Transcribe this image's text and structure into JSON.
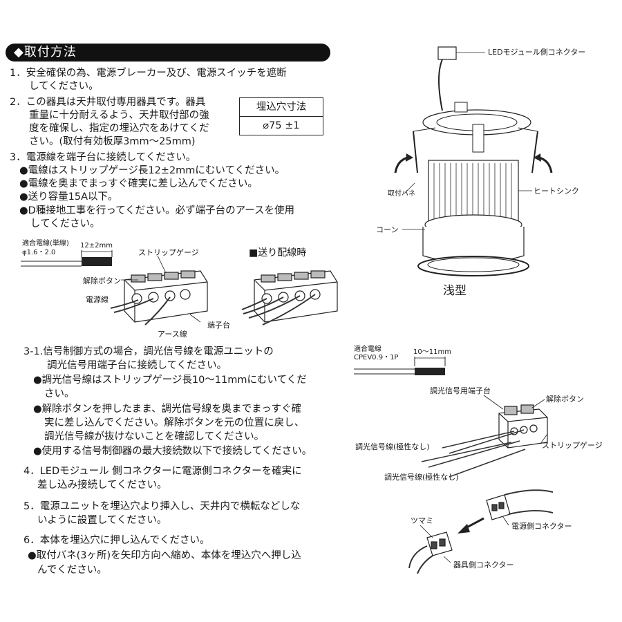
{
  "heading": "◆取付方法",
  "steps": {
    "s1": [
      "1．安全確保の為、電源ブレーカー及び、電源スイッチを遮断",
      "してください。"
    ],
    "s2": [
      "2．この器具は天井取付専用器具です。器具",
      "重量に十分耐えるよう、天井取付部の強",
      "度を確保し、指定の埋込穴をあけてくだ",
      "さい。(取付有効板厚3mm〜25mm)"
    ],
    "s3": [
      "3．電源線を端子台に接続してください。",
      "●電線はストリップゲージ長12±2mmにむいてください。",
      "●電線を奥までまっすぐ確実に差し込んでください。",
      "●送り容量15A以下。",
      "●D種接地工事を行ってください。必ず端子台のアースを使用",
      "してください。"
    ],
    "s31": [
      "3-1.信号制御方式の場合，調光信号線を電源ユニットの",
      "調光信号用端子台に接続してください。",
      "●調光信号線はストリップゲージ長10〜11mmにむいてくだ",
      "さい。",
      "●解除ボタンを押したまま、調光信号線を奥までまっすぐ確",
      "実に差し込んでください。解除ボタンを元の位置に戻し、",
      "調光信号線が抜けないことを確認してください。",
      "●使用する信号制御器の最大接続数以下で接続してください。"
    ],
    "s4": [
      "4．LEDモジュール 側コネクターに電源側コネクターを確実に",
      "差し込み接続してください。"
    ],
    "s5": [
      "5．電源ユニットを埋込穴より挿入し、天井内で横転などしな",
      "いように設置してください。"
    ],
    "s6": [
      "6．本体を埋込穴に押し込んでください。",
      "●取付バネ(3ヶ所)を矢印方向へ縮め、本体を埋込穴へ押し込",
      "んでください。"
    ]
  },
  "hole_table": {
    "header": "埋込穴寸法",
    "value": "⌀75 ±1"
  },
  "fig_terminal": {
    "wire_spec": [
      "適合電線(単線)",
      "φ1.6・2.0"
    ],
    "dim": "12±2mm",
    "strip_gauge": "ストリップゲージ",
    "release_button": "解除ボタン",
    "power_wire": "電源線",
    "ground_wire": "アース線",
    "terminal_block": "端子台",
    "feed_wiring": "■送り配線時"
  },
  "fig_fixture": {
    "led_connector": "LEDモジュール側コネクター",
    "spring": "取付バネ",
    "heatsink": "ヒートシンク",
    "cone": "コーン",
    "type": "浅型"
  },
  "fig_signal": {
    "wire_spec": [
      "適合電線",
      "CPEV0.9・1P"
    ],
    "dim": "10〜11mm",
    "signal_terminal": "調光信号用端子台",
    "release_button": "解除ボタン",
    "signal_wire_1": "調光信号線(極性なし)",
    "signal_wire_2": "調光信号線(極性なし)",
    "strip_gauge": "ストリップゲージ"
  },
  "fig_connector": {
    "knob": "ツマミ",
    "power_connector": "電源側コネクター",
    "fixture_connector": "器具側コネクター"
  }
}
